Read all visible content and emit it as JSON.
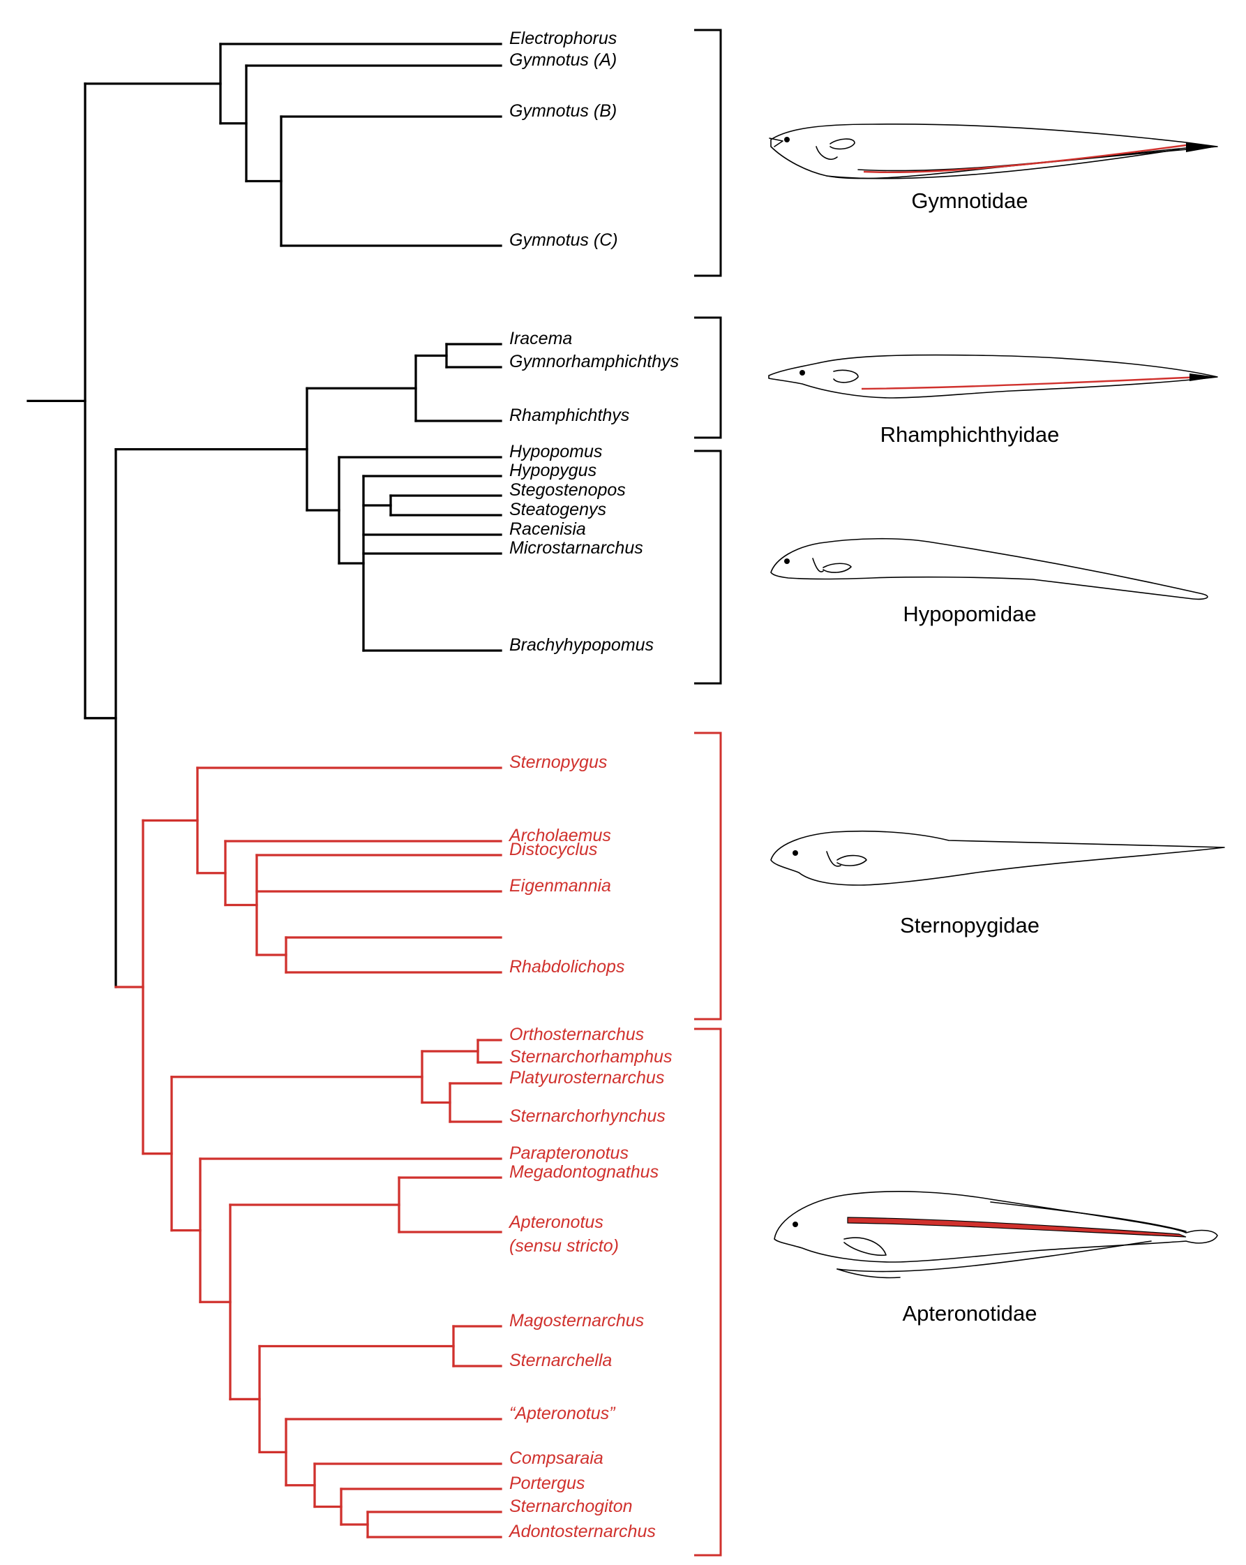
{
  "colors": {
    "default": "#000000",
    "highlight": "#d0312d"
  },
  "taxa": [
    {
      "id": "electrophorus",
      "label": "Electrophorus",
      "color": "black"
    },
    {
      "id": "gymnotus_a",
      "label": "Gymnotus (A)",
      "color": "black"
    },
    {
      "id": "gymnotus_b",
      "label": "Gymnotus (B)",
      "color": "black"
    },
    {
      "id": "gymnotus_c",
      "label": "Gymnotus (C)",
      "color": "black"
    },
    {
      "id": "iracema",
      "label": "Iracema",
      "color": "black"
    },
    {
      "id": "gymnorhamphichthys",
      "label": "Gymnorhamphichthys",
      "color": "black"
    },
    {
      "id": "rhamphichthys",
      "label": "Rhamphichthys",
      "color": "black"
    },
    {
      "id": "hypopomus",
      "label": "Hypopomus",
      "color": "black"
    },
    {
      "id": "hypopygus",
      "label": "Hypopygus",
      "color": "black"
    },
    {
      "id": "stegostenopos",
      "label": "Stegostenopos",
      "color": "black"
    },
    {
      "id": "steatogenys",
      "label": "Steatogenys",
      "color": "black"
    },
    {
      "id": "racenisia",
      "label": "Racenisia",
      "color": "black"
    },
    {
      "id": "microstarnarchus",
      "label": "Microstarnarchus",
      "color": "black"
    },
    {
      "id": "brachyhypopomus",
      "label": "Brachyhypopomus",
      "color": "black"
    },
    {
      "id": "sternopygus",
      "label": "Sternopygus",
      "color": "red"
    },
    {
      "id": "archolaemus",
      "label": "Archolaemus",
      "color": "red"
    },
    {
      "id": "distocyclus",
      "label": "Distocyclus",
      "color": "red"
    },
    {
      "id": "eigenmannia",
      "label": "Eigenmannia",
      "color": "red"
    },
    {
      "id": "unlabeled",
      "label": "",
      "color": "red"
    },
    {
      "id": "rhabdolichops",
      "label": "Rhabdolichops",
      "color": "red"
    },
    {
      "id": "orthosternarchus",
      "label": "Orthosternarchus",
      "color": "red"
    },
    {
      "id": "sternarchorhamphus",
      "label": "Sternarchorhamphus",
      "color": "red"
    },
    {
      "id": "platyurosternarchus",
      "label": "Platyurosternarchus",
      "color": "red"
    },
    {
      "id": "sternarchorhynchus",
      "label": "Sternarchorhynchus",
      "color": "red"
    },
    {
      "id": "parapteronotus",
      "label": "Parapteronotus",
      "color": "red"
    },
    {
      "id": "megadontognathus",
      "label": "Megadontognathus",
      "color": "red"
    },
    {
      "id": "apteronotus",
      "label": "Apteronotus",
      "label2": "(sensu stricto)",
      "color": "red"
    },
    {
      "id": "magosternarchus",
      "label": "Magosternarchus",
      "color": "red"
    },
    {
      "id": "sternarchella",
      "label": "Sternarchella",
      "color": "red"
    },
    {
      "id": "apteronotus_q",
      "label": "“Apteronotus”",
      "color": "red"
    },
    {
      "id": "compsaraia",
      "label": "Compsaraia",
      "color": "red"
    },
    {
      "id": "portergus",
      "label": "Portergus",
      "color": "red"
    },
    {
      "id": "sternarchogiton",
      "label": "Sternarchogiton",
      "color": "red"
    },
    {
      "id": "adontosternarchus",
      "label": "Adontosternarchus",
      "color": "red"
    }
  ],
  "families": [
    {
      "id": "gymnotidae",
      "label": "Gymnotidae"
    },
    {
      "id": "rhamphichthyidae",
      "label": "Rhamphichthyidae"
    },
    {
      "id": "hypopomidae",
      "label": "Hypopomidae"
    },
    {
      "id": "sternopygidae",
      "label": "Sternopygidae"
    },
    {
      "id": "apteronotidae",
      "label": "Apteronotidae"
    }
  ]
}
